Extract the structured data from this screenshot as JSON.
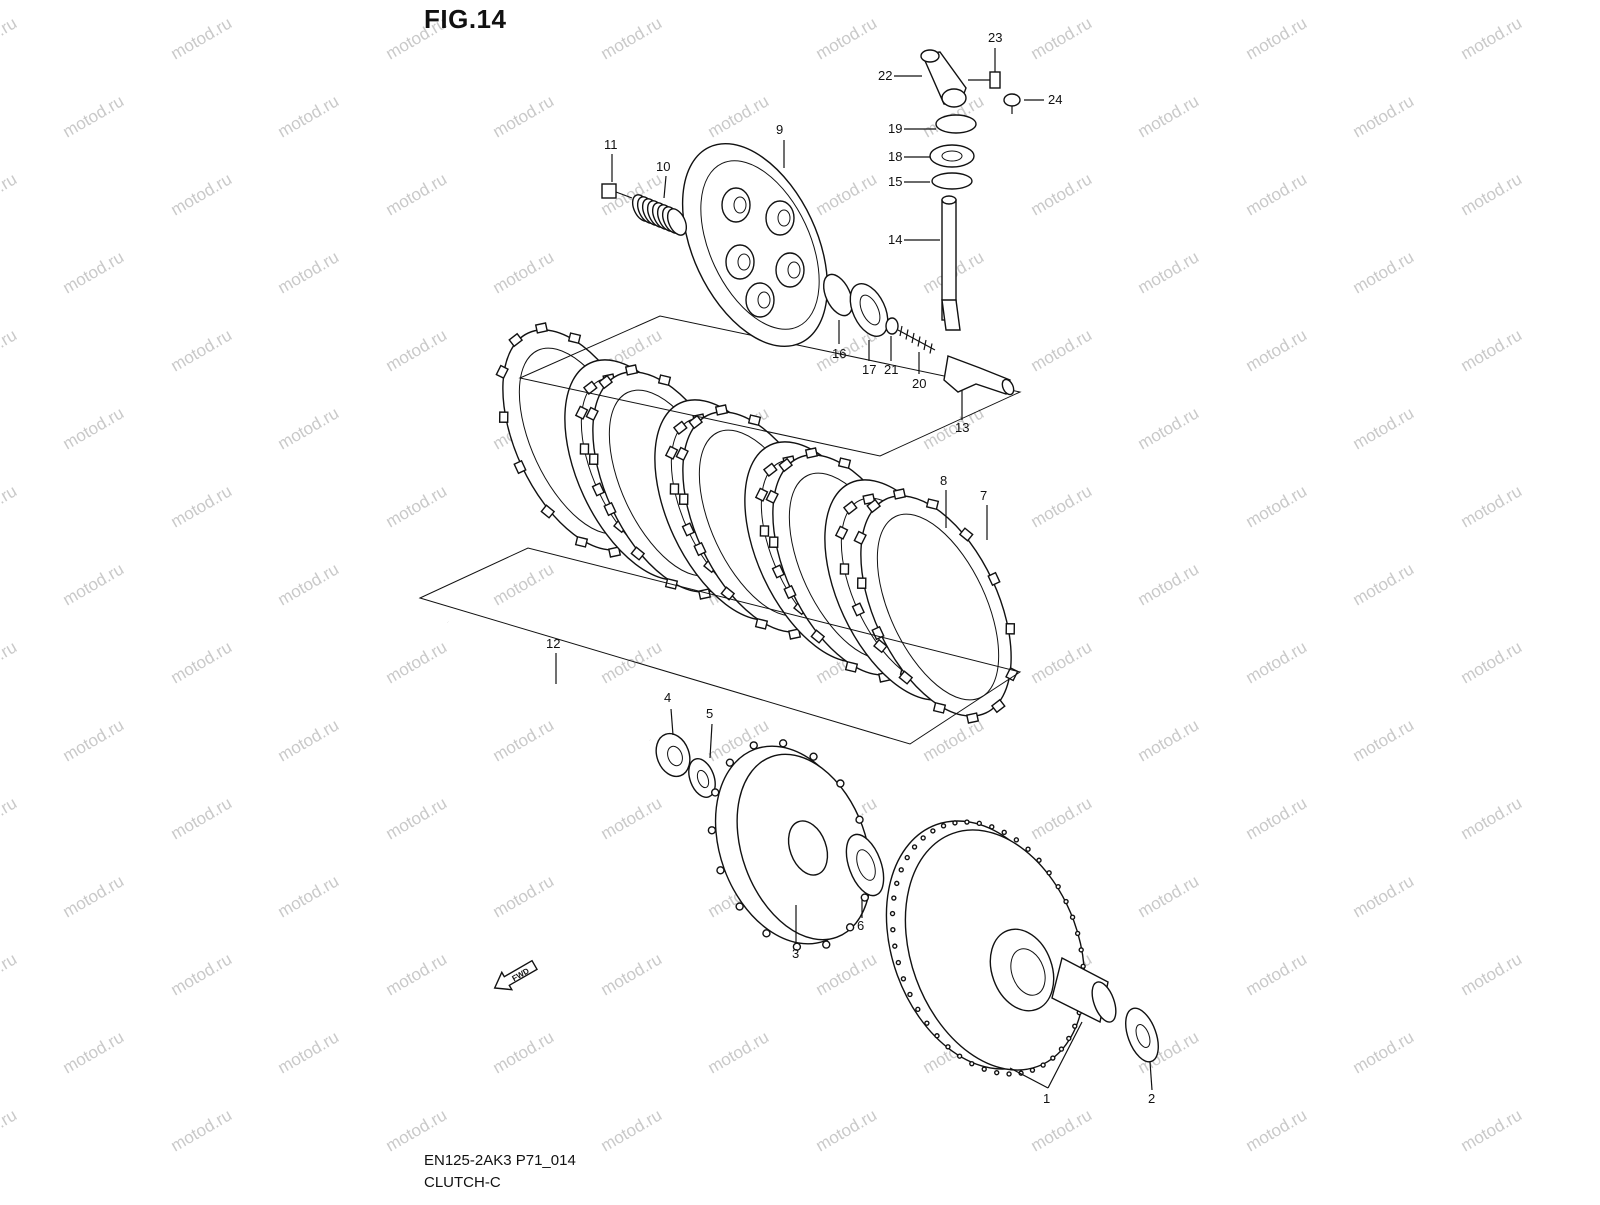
{
  "page": {
    "figure_title": "FIG.14",
    "model_code": "EN125-2AK3 P71_014",
    "section_name": "CLUTCH-C",
    "watermark": "motod.ru",
    "direction_label": "FWD"
  },
  "callouts": [
    {
      "id": "1",
      "label": "1"
    },
    {
      "id": "2",
      "label": "2"
    },
    {
      "id": "3",
      "label": "3"
    },
    {
      "id": "4",
      "label": "4"
    },
    {
      "id": "5",
      "label": "5"
    },
    {
      "id": "6",
      "label": "6"
    },
    {
      "id": "7",
      "label": "7"
    },
    {
      "id": "8",
      "label": "8"
    },
    {
      "id": "9",
      "label": "9"
    },
    {
      "id": "10",
      "label": "10"
    },
    {
      "id": "11",
      "label": "11"
    },
    {
      "id": "12",
      "label": "12"
    },
    {
      "id": "13",
      "label": "13"
    },
    {
      "id": "14",
      "label": "14"
    },
    {
      "id": "15",
      "label": "15"
    },
    {
      "id": "16",
      "label": "16"
    },
    {
      "id": "17",
      "label": "17"
    },
    {
      "id": "18",
      "label": "18"
    },
    {
      "id": "19",
      "label": "19"
    },
    {
      "id": "20",
      "label": "20"
    },
    {
      "id": "21",
      "label": "21"
    },
    {
      "id": "22",
      "label": "22"
    },
    {
      "id": "23",
      "label": "23"
    },
    {
      "id": "24",
      "label": "24"
    }
  ]
}
